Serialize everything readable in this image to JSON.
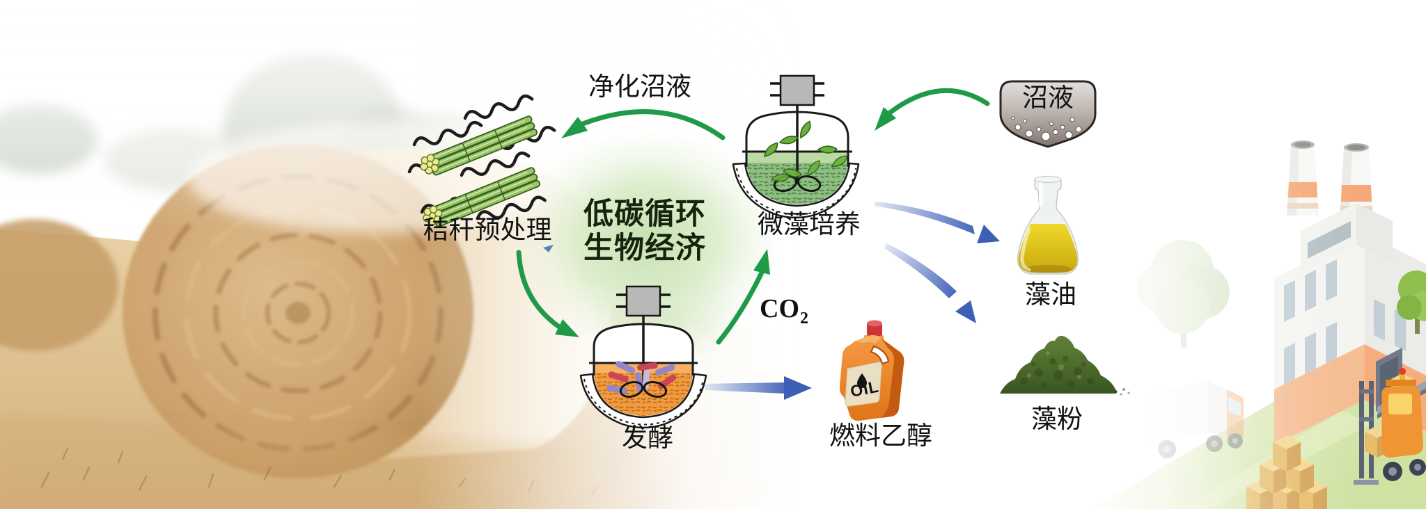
{
  "figure": {
    "title": {
      "line1": "低碳循环",
      "line2": "生物经济"
    },
    "nodes": {
      "straw_pretreatment": {
        "label": "秸秆预处理"
      },
      "microalgae_culture": {
        "label": "微藻培养"
      },
      "fermentation": {
        "label": "发酵"
      },
      "biogas_slurry": {
        "label": "沼液"
      },
      "algae_oil": {
        "label": "藻油"
      },
      "algae_powder": {
        "label": "藻粉"
      },
      "fuel_ethanol": {
        "label": "燃料乙醇",
        "bottle_text": "OIL"
      }
    },
    "flows": {
      "purified_slurry_label": "净化沼液",
      "co2_base": "CO",
      "co2_sub": "2"
    },
    "colors": {
      "green_arrow": "#1e9a48",
      "blue_arrow_head": "#3d5fb5",
      "glow_green": "#cde3b5",
      "algae_liquid": "#8fbe80",
      "ferment_liquid": "#f09a42",
      "slurry_badge_dark": "#877b74",
      "oil_yellow": "#e3cb1d",
      "jug_orange": "#e8822c",
      "powder_green": "#4c6b28"
    }
  }
}
